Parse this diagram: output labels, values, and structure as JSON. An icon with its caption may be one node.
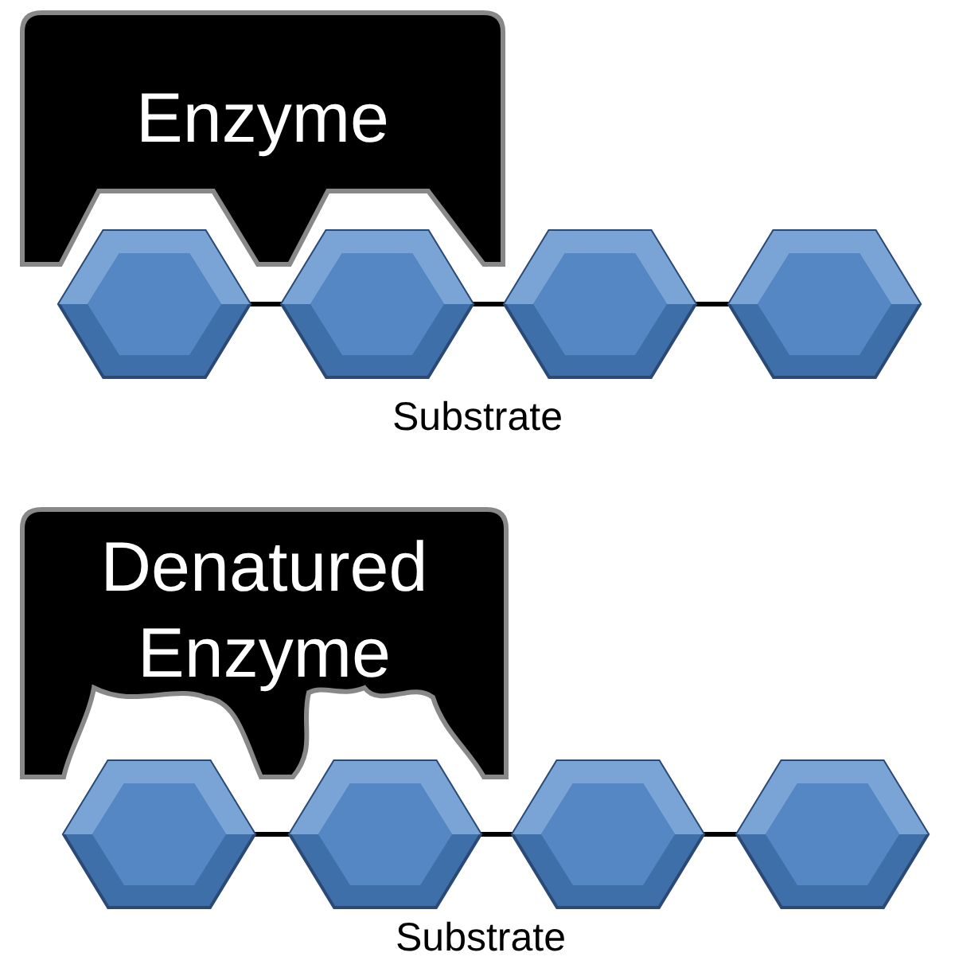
{
  "diagram": {
    "nodes": [
      {
        "text": [
          "Enzyme"
        ]
      },
      {
        "text": [],
        "shape": "hexagon"
      },
      {
        "text": [],
        "shape": "hexagon"
      },
      {
        "text": [],
        "shape": "hexagon"
      },
      {
        "text": [],
        "shape": "hexagon"
      },
      {
        "text": [
          "Denatured Enzyme"
        ]
      },
      {
        "text": [],
        "shape": "hexagon"
      },
      {
        "text": [],
        "shape": "hexagon"
      },
      {
        "text": [],
        "shape": "hexagon"
      },
      {
        "text": [],
        "shape": "hexagon"
      }
    ],
    "edges": [
      {
        "from": 1,
        "to": 2,
        "arrow": "none"
      },
      {
        "from": 2,
        "to": 3,
        "arrow": "none"
      },
      {
        "from": 3,
        "to": 4,
        "arrow": "none"
      },
      {
        "from": 6,
        "to": 7,
        "arrow": "none"
      },
      {
        "from": 7,
        "to": 8,
        "arrow": "none"
      },
      {
        "from": 8,
        "to": 9,
        "arrow": "none"
      }
    ],
    "labels": [
      "Substrate",
      "Substrate"
    ]
  }
}
